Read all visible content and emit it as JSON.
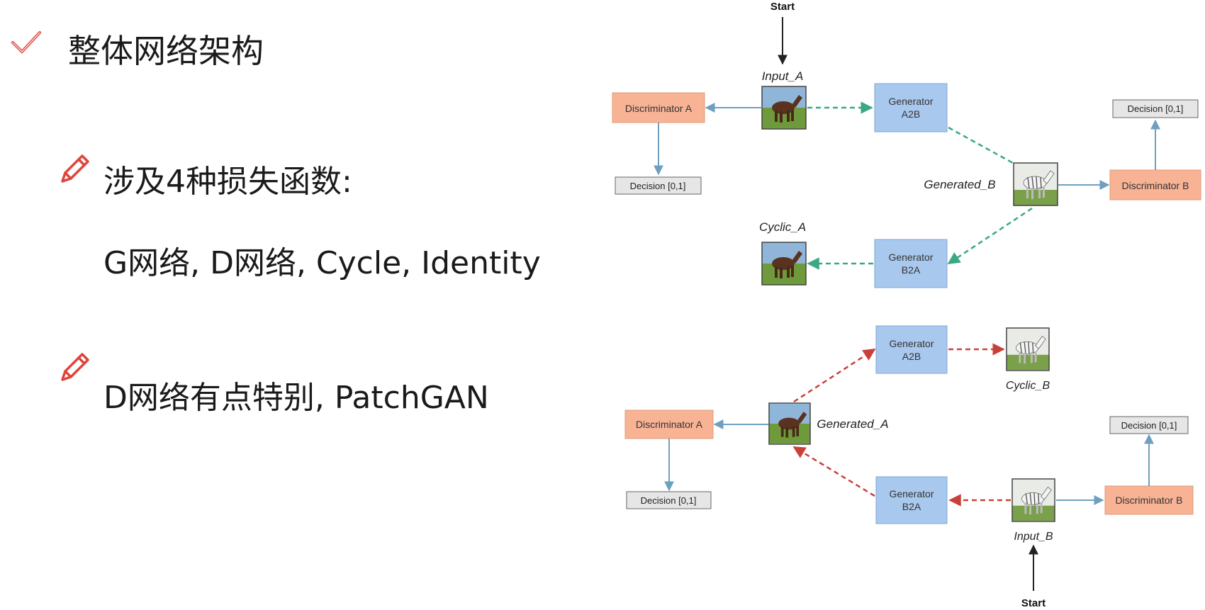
{
  "slide": {
    "title": "整体网络架构",
    "bullets": [
      {
        "text": "涉及4种损失函数:",
        "sub": "G网络, D网络, Cycle, Identity"
      },
      {
        "text": "D网络有点特别, PatchGAN"
      }
    ]
  },
  "diagram_top": {
    "start": "Start",
    "disc_a": "Discriminator A",
    "disc_b": "Discriminator B",
    "gen_a2b": [
      "Generator",
      "A2B"
    ],
    "gen_b2a": [
      "Generator",
      "B2A"
    ],
    "decision_a": "Decision [0,1]",
    "decision_b": "Decision [0,1]",
    "input_a": "Input_A",
    "generated_b": "Generated_B",
    "cyclic_a": "Cyclic_A"
  },
  "diagram_bottom": {
    "start": "Start",
    "disc_a": "Discriminator A",
    "disc_b": "Discriminator B",
    "gen_a2b": [
      "Generator",
      "A2B"
    ],
    "gen_b2a": [
      "Generator",
      "B2A"
    ],
    "decision_a": "Decision [0,1]",
    "decision_b": "Decision [0,1]",
    "input_b": "Input_B",
    "generated_a": "Generated_A",
    "cyclic_b": "Cyclic_B"
  },
  "colors": {
    "discriminator": "#f8b394",
    "generator": "#a9c8ee",
    "decision": "#e6e6e6",
    "arrow_solid": "#6f9fc0",
    "arrow_top_dashed": "#3aa882",
    "arrow_bottom_dashed": "#c9403a",
    "pencil": "#e0443a",
    "check": "#e0443a"
  }
}
